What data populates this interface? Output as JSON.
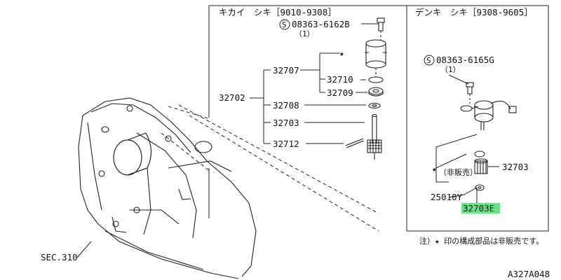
{
  "panels": {
    "left_title": "キカイ　シキ［9010-9308］",
    "right_title": "デンキ　シキ［9308-9605］"
  },
  "parts": {
    "bolt_left": "08363-6162B",
    "bolt_left_qty": "（1）",
    "bolt_right": "08363-6165G",
    "bolt_right_qty": "（1）",
    "p32702": "32702",
    "p32707": "32707",
    "p32710": "32710",
    "p32709": "32709",
    "p32708": "32708",
    "p32703_left": "32703",
    "p32712": "32712",
    "p32703_right": "32703",
    "not_for_sale": "（非販売）",
    "p25010y": "25010Y",
    "p32703e": "32703E",
    "star": "★"
  },
  "notes": {
    "footnote": "注）★ 印の構成部品は非販売です。",
    "sec": "SEC.310",
    "diagram_id": "A327A048"
  },
  "colors": {
    "line": "#222222",
    "highlight": "#6fe08a",
    "background": "#ffffff"
  }
}
